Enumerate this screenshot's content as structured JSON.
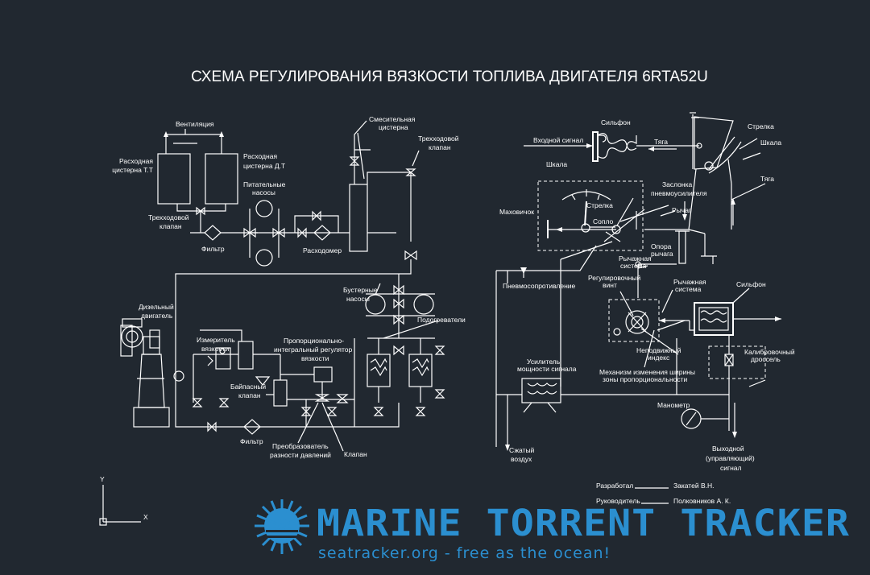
{
  "title": "СХЕМА РЕГУЛИРОВАНИЯ ВЯЗКОСТИ ТОПЛИВА ДВИГАТЕЛЯ 6RTA52U",
  "left_scheme": {
    "labels": {
      "ventilation": "Вентиляция",
      "tank_tt_1": "Расходная",
      "tank_tt_2": "цистерна Т.Т",
      "tank_dt_1": "Расходная",
      "tank_dt_2": "цистерна Д.Т",
      "three_way_valve_1": "Трехходовой",
      "three_way_valve_2": "клапан",
      "feed_pumps_1": "Питательные",
      "feed_pumps_2": "насосы",
      "filter_top": "Фильтр",
      "flowmeter": "Расходомер",
      "mixing_tank_1": "Смесительная",
      "mixing_tank_2": "цистерна",
      "three_way_valve_r_1": "Трехходовой",
      "three_way_valve_r_2": "клапан",
      "booster_pumps_1": "Бустерные",
      "booster_pumps_2": "насосы",
      "heaters": "Подогреватели",
      "diesel_engine_1": "Дизельный",
      "diesel_engine_2": "двигатель",
      "viscometer_1": "Измеритель",
      "viscometer_2": "вязкости",
      "pi_regulator_1": "Пропорционально-",
      "pi_regulator_2": "интегральный регулятор",
      "pi_regulator_3": "вязкости",
      "bypass_valve_1": "Байпасный",
      "bypass_valve_2": "клапан",
      "filter_bottom": "Фильтр",
      "dp_converter_1": "Преобразователь",
      "dp_converter_2": "разности давлений",
      "valve": "Клапан"
    }
  },
  "right_scheme": {
    "labels": {
      "bellows_top": "Сильфон",
      "input_signal": "Входной сигнал",
      "rod_top": "Тяга",
      "arrow_right": "Стрелка",
      "scale_right": "Шкала",
      "rod_right": "Тяга",
      "scale_left": "Шкала",
      "damper_1": "Заслонка",
      "damper_2": "пневмоусилителя",
      "flywheel": "Маховичок",
      "arrow_mid": "Стрелка",
      "nozzle": "Сопло",
      "lever": "Рычаг",
      "lever_support_1": "Опора",
      "lever_support_2": "рычага",
      "pneumo_resistance": "Пневмосопротивление",
      "lever_system_1_1": "Рычажная",
      "lever_system_1_2": "система",
      "adjust_screw_1": "Регулировочный",
      "adjust_screw_2": "винт",
      "lever_system_2_1": "Рычажная",
      "lever_system_2_2": "система",
      "bellows_right": "Сильфон",
      "fixed_index_1": "Неподвижный",
      "fixed_index_2": "индекс",
      "width_mech_1": "Механизм изменения ширины",
      "width_mech_2": "зоны пропорциональности",
      "amplifier_1": "Усилитель",
      "amplifier_2": "мощности сигнала",
      "calib_throttle_1": "Калибровочный",
      "calib_throttle_2": "дроссель",
      "manometer": "Манометр",
      "compressed_air_1": "Сжатый",
      "compressed_air_2": "воздух",
      "output_signal_1": "Выходной",
      "output_signal_2": "(управляющий)",
      "output_signal_3": "сигнал"
    }
  },
  "signature": {
    "developed_label": "Разработал",
    "developed_name": "Закатей В.Н.",
    "supervisor_label": "Руководитель",
    "supervisor_name": "Полковников А. К."
  },
  "ucs": {
    "y_label": "Y",
    "x_label": "X"
  },
  "watermark": {
    "name": "MARINE TORRENT TRACKER",
    "tagline": "seatracker.org - free as the ocean!",
    "color": "#2b8fd0"
  },
  "colors": {
    "background": "#212830",
    "lines": "#ffffff"
  }
}
